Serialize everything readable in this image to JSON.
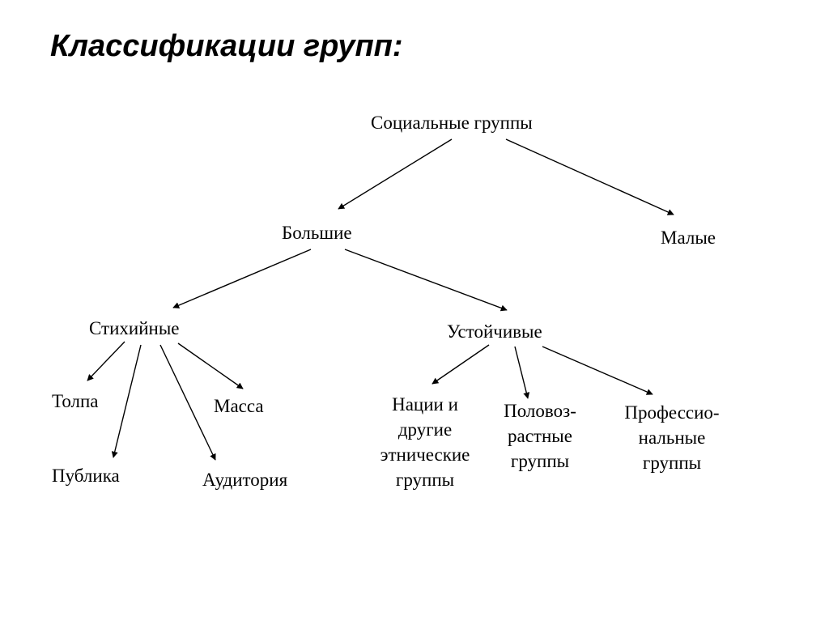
{
  "title": "Классификации групп:",
  "colors": {
    "text": "#000000",
    "background": "#ffffff",
    "lines": "#000000"
  },
  "nodes": {
    "social_groups": "Социальные группы",
    "large": "Большие",
    "small": "Малые",
    "spontaneous": "Стихийные",
    "stable": "Устойчивые",
    "crowd": "Толпа",
    "mass": "Масса",
    "public": "Публика",
    "audience": "Аудитория",
    "nations": [
      "Нации и",
      "другие",
      "этнические",
      "группы"
    ],
    "age_sex": [
      "Половоз-",
      "растные",
      "группы"
    ],
    "professional": [
      "Профессио-",
      "нальные",
      "группы"
    ]
  }
}
